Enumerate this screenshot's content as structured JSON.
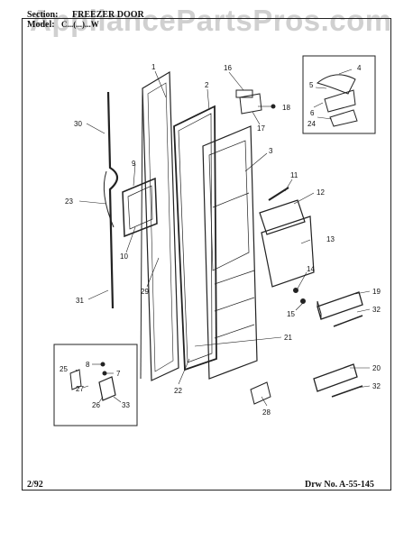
{
  "header": {
    "section_label": "Section:",
    "section_value": "FREEZER DOOR",
    "model_label": "Model:",
    "model_value": "C...(...)...W"
  },
  "watermark": "AppliancePartsPros.com",
  "footer": {
    "date": "2/92",
    "drawing_no": "Drw No. A-55-145"
  },
  "callouts": {
    "c1": "1",
    "c2": "2",
    "c3": "3",
    "c4": "4",
    "c5": "5",
    "c6": "6",
    "c7": "7",
    "c8": "8",
    "c9": "9",
    "c10": "10",
    "c11": "11",
    "c12": "12",
    "c13": "13",
    "c14": "14",
    "c15": "15",
    "c16": "16",
    "c17": "17",
    "c18": "18",
    "c19": "19",
    "c20": "20",
    "c21": "21",
    "c22": "22",
    "c23": "23",
    "c24": "24",
    "c25": "25",
    "c26": "26",
    "c27": "27",
    "c28": "28",
    "c29": "29",
    "c30": "30",
    "c31": "31",
    "c32a": "32",
    "c32b": "32",
    "c33": "33"
  }
}
